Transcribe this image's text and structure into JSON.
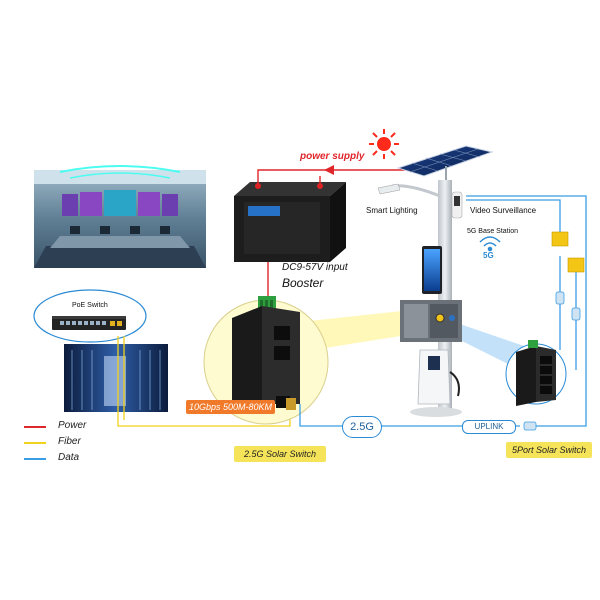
{
  "labels": {
    "power_supply": "power supply",
    "smart_lighting": "Smart Lighting",
    "video_surveillance": "Video Surveillance",
    "base_station": "5G Base Station",
    "fiveg": "5G",
    "poe_switch": "PoE Switch",
    "dc_input": "DC9-57V input",
    "booster": "Booster",
    "fiber_spec": "10Gbps 500M-80KM",
    "speed_25g": "2.5G",
    "uplink": "UPLINK",
    "solar_switch_25g": "2.5G  Solar Switch",
    "solar_switch_5port": "5Port  Solar Switch"
  },
  "legend": [
    {
      "name": "Power",
      "color": "#e0262b"
    },
    {
      "name": "Fiber",
      "color": "#f2d21b"
    },
    {
      "name": "Data",
      "color": "#3a9ee4"
    }
  ],
  "colors": {
    "power": "#e0262b",
    "fiber": "#f2d21b",
    "data": "#3a9ee4",
    "tag_yellow": "#f5e45a",
    "sun": "#ff2a1a"
  }
}
